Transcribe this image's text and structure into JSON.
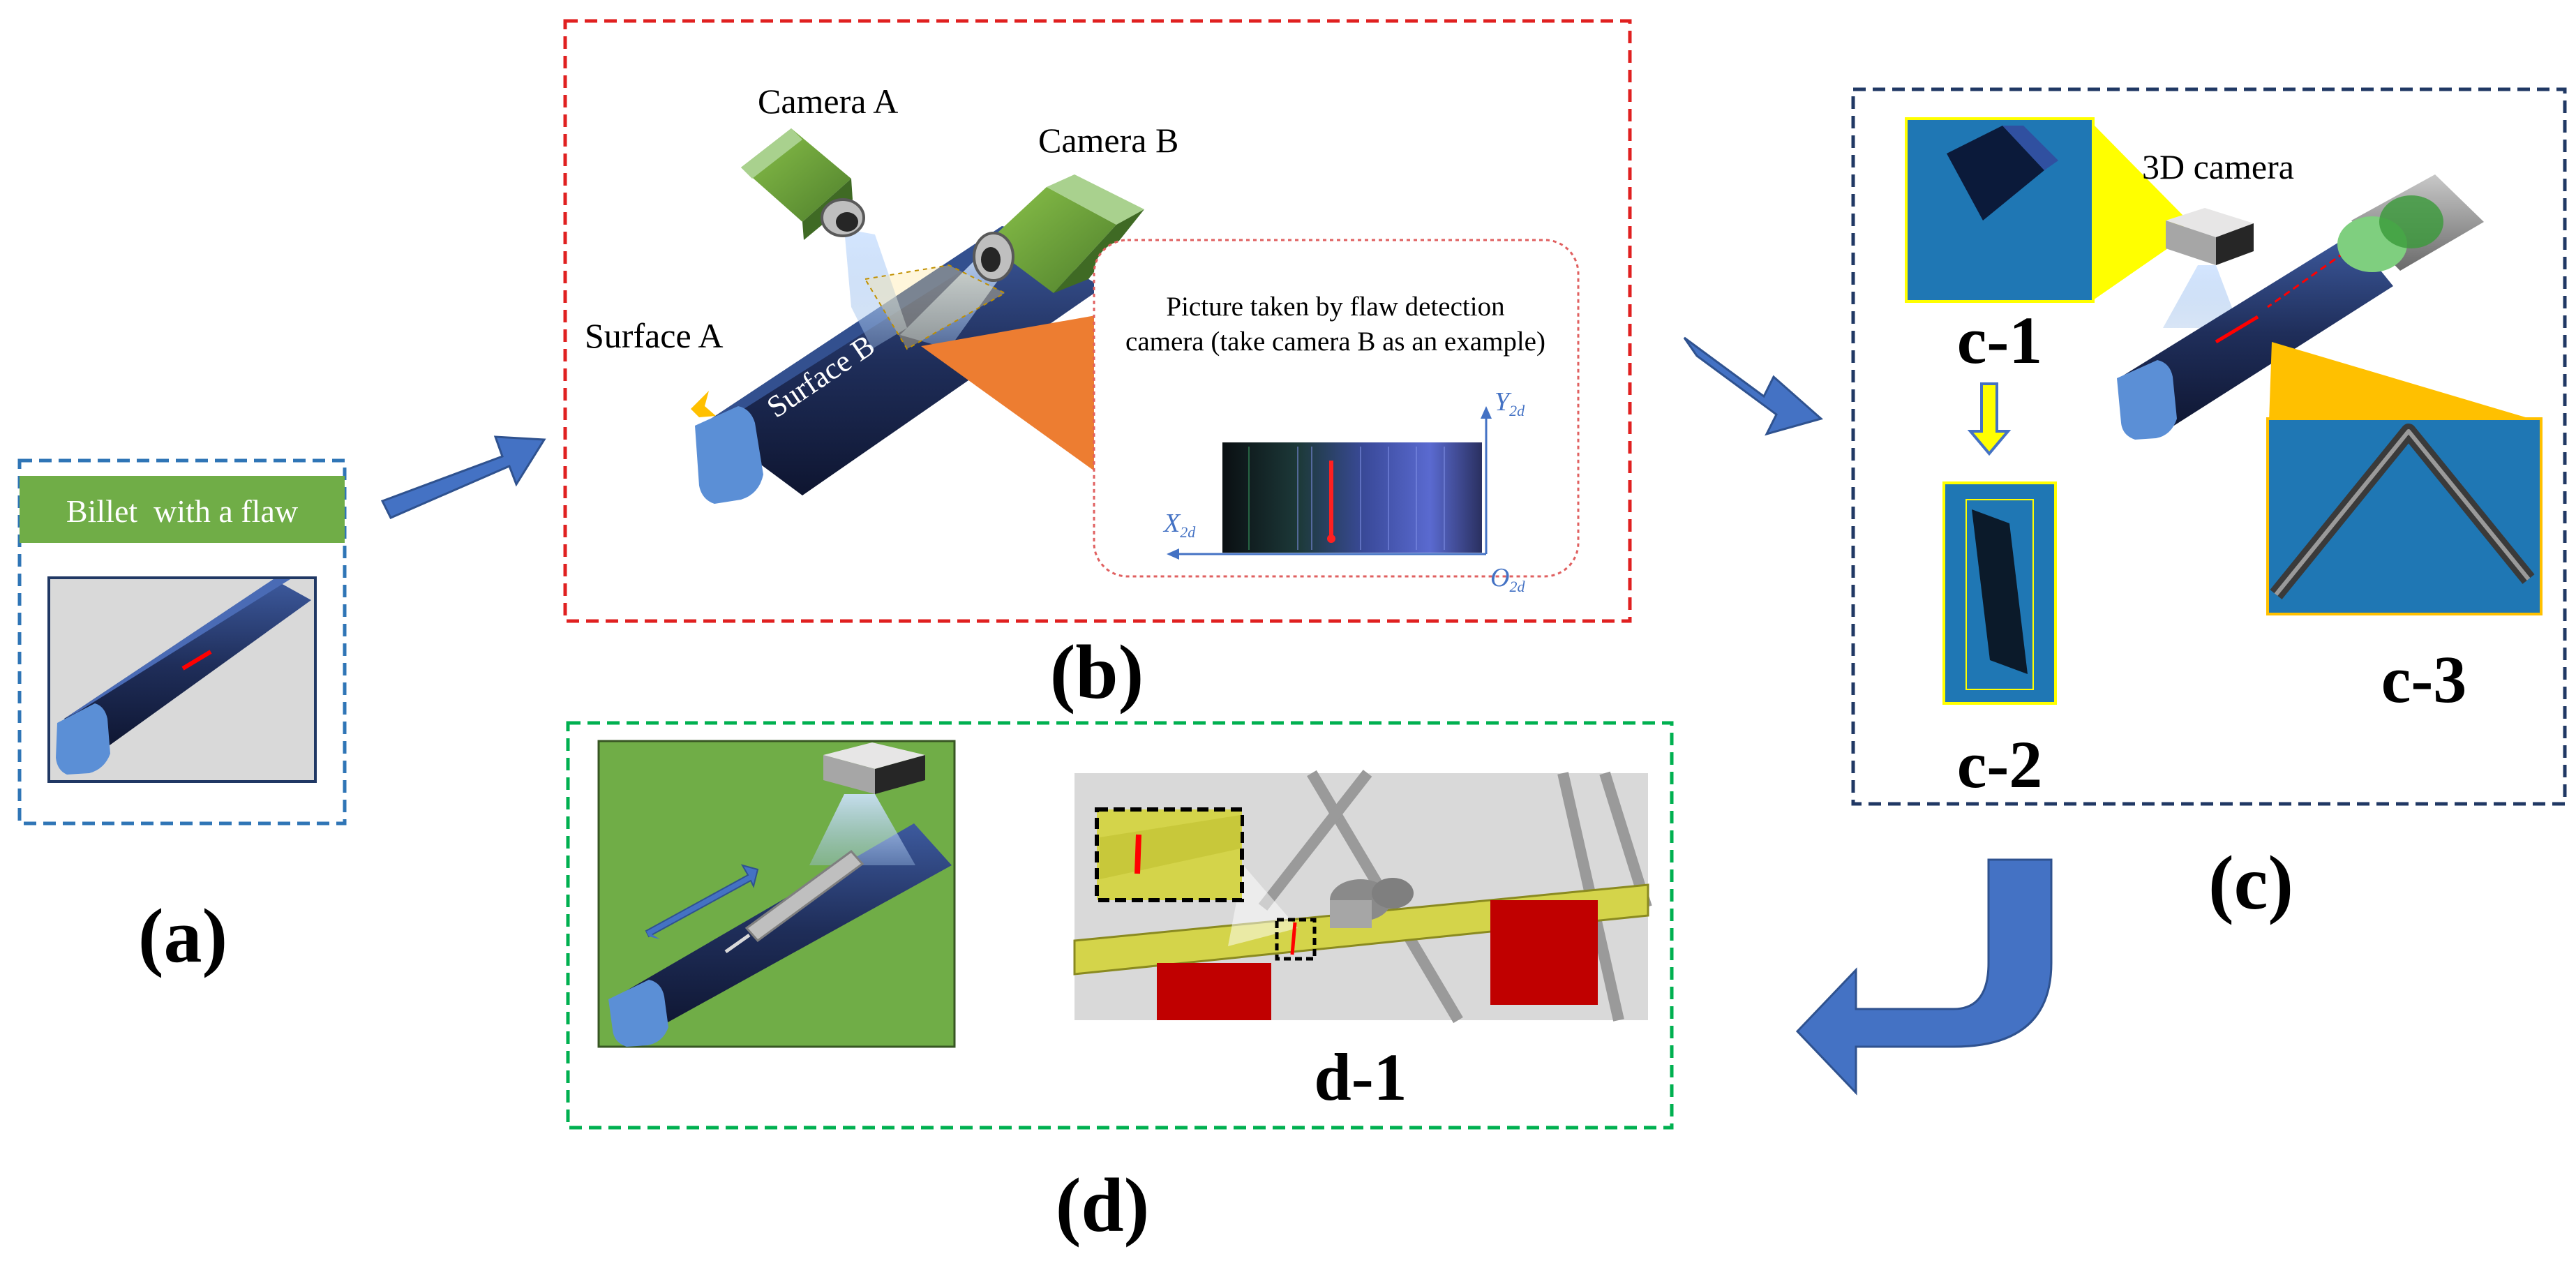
{
  "panels": {
    "a": {
      "label": "(a)",
      "banner": "Billet  with a flaw"
    },
    "b": {
      "label": "(b)",
      "camera_a": "Camera A",
      "camera_b": "Camera B",
      "surface_a": "Surface A",
      "surface_b": "Surface B",
      "picture_caption_line1": "Picture taken by flaw detection",
      "picture_caption_line2": "camera (take camera B as an example)",
      "axis_x_main": "X",
      "axis_x_sub": "2d",
      "axis_y_main": "Y",
      "axis_y_sub": "2d",
      "axis_o_main": "O",
      "axis_o_sub": "2d"
    },
    "c": {
      "label": "(c)",
      "camera_3d": "3D camera",
      "c1": "c-1",
      "c2": "c-2",
      "c3": "c-3"
    },
    "d": {
      "label": "(d)",
      "d1": "d-1"
    }
  },
  "colors": {
    "red_dash": "#e02020",
    "blue_dash": "#2f75b6",
    "navy_dash": "#203864",
    "green_dash": "#00b050",
    "arrow_blue": "#4472c4",
    "billet_dark": "#1f2e5a",
    "billet_end": "#5b8fd6",
    "camera_green": "#70ad47",
    "banner_green": "#70ad47",
    "orange": "#ed7d31",
    "yellow": "#ffff00",
    "amber": "#ffc000",
    "scan_blue": "#1f77b4"
  },
  "icons": {
    "flow_arrow": "arrow-right-icon",
    "return_arrow": "curved-arrow-icon",
    "down_arrow": "arrow-down-icon"
  }
}
